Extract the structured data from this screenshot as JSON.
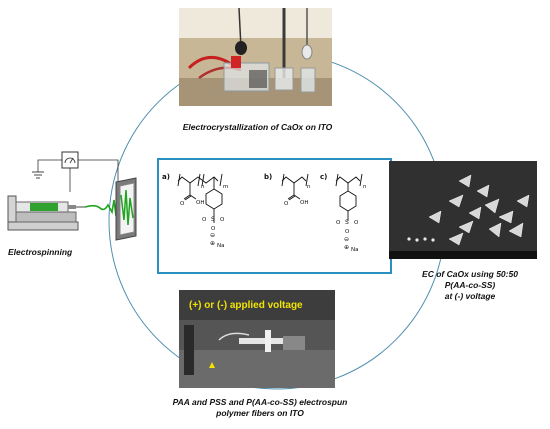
{
  "captions": {
    "top": "Electrocrystallization of CaOx  on ITO",
    "left": "Electrospinning",
    "right": [
      "EC of CaOx using 50:50",
      "P(AA-co-SS)",
      "at (-) voltage"
    ],
    "bottom": [
      "PAA and PSS and P(AA-co-SS) electrospun",
      "polymer fibers on ITO"
    ]
  },
  "photo_overlay": "(+) or (-) applied voltage",
  "structures": {
    "labels": [
      "a)",
      "b)",
      "c)"
    ],
    "n": "n",
    "m": "m",
    "oh": "OH",
    "o": "O",
    "s": "S",
    "na": "Na",
    "minus": "⊖",
    "plus": "⊕"
  },
  "colors": {
    "circle": "#4f8fae",
    "box_border": "#2a90c0",
    "overlay_text": "#f2e400",
    "fiber": "#1fa51f"
  },
  "icons": [
    "voltmeter-icon",
    "ground-icon",
    "syringe-icon",
    "collector-icon"
  ]
}
